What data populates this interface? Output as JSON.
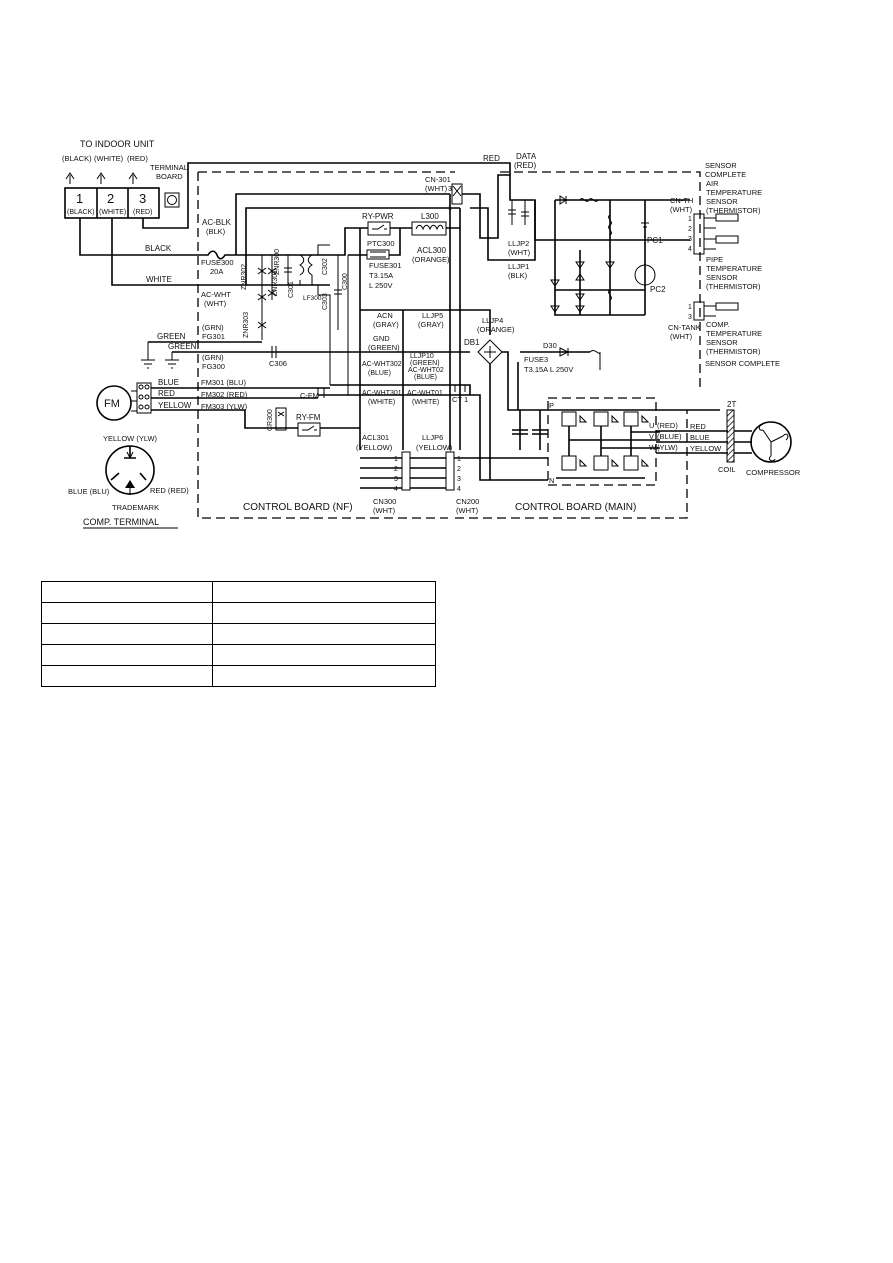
{
  "labels": {
    "to_indoor": "TO INDOOR UNIT",
    "black_p": "(BLACK)",
    "white_p": "(WHITE)",
    "red_p": "(RED)",
    "t1": "1",
    "t2": "2",
    "t3": "3",
    "tb1": "TERMINAL",
    "tb2": "BOARD",
    "red": "RED",
    "data": "DATA",
    "data_red": "(RED)",
    "black": "BLACK",
    "white": "WHITE",
    "green": "GREEN",
    "ac_blk": "AC-BLK",
    "blk_p": "(BLK)",
    "fuse300": "FUSE300",
    "a20": "20A",
    "ac_wht": "AC-WHT",
    "wht_p": "(WHT)",
    "grn_p": "(GRN)",
    "fg301": "FG301",
    "fg300": "FG300",
    "znr302": "ZNR302",
    "znr303": "ZNR303",
    "znr301": "ZNR301",
    "znr300": "ZNR300",
    "c301": "C301",
    "lf300": "LF300",
    "c302": "C302",
    "c303": "C303",
    "c300": "C300",
    "c306": "C306",
    "cfm": "C-FM",
    "cr300": "CR300",
    "ryfm": "RY-FM",
    "cn301": "CN-301",
    "cn301_wht": "(WHT)",
    "rypwr": "RY-PWR",
    "ptc300": "PTC300",
    "l300": "L300",
    "fuse301": "FUSE301",
    "t315": "T3.15A",
    "l250": "L 250V",
    "acl300": "ACL300",
    "orange_p": "(ORANGE)",
    "acn": "ACN",
    "gray_p": "(GRAY)",
    "gnd": "GND",
    "green_p": "(GREEN)",
    "llj5": "LLJP5",
    "llj4": "LLJP4",
    "llj2": "LLJP2",
    "llj2_wht": "(WHT)",
    "llj1": "LLJP1",
    "llj1_blk": "(BLK)",
    "llj10": "LLJP10",
    "acwht02": "AC-WHT02",
    "blue_p": "(BLUE)",
    "acwht302": "AC-WHT302",
    "acwht301": "AC-WHT301",
    "acwht01": "AC-WHT01",
    "white_p2": "(WHITE)",
    "ct1": "CT 1",
    "acl301": "ACL301",
    "yellow_p": "(YELLOW)",
    "llj6": "LLJP6",
    "cn300": "CN300",
    "cn200": "CN200",
    "cb_nf": "CONTROL BOARD (NF)",
    "cb_main": "CONTROL BOARD (MAIN)",
    "db1": "DB1",
    "d30": "D30",
    "fuse3": "FUSE3",
    "fuse3_rating": "T3.15A L 250V",
    "pc1": "PC1",
    "pc2": "PC2",
    "sensor_complete": "SENSOR",
    "sensor_complete2": "COMPLETE",
    "cnth": "CN-TH",
    "cn_wht": "(WHT)",
    "air1": "AIR",
    "air2": "TEMPERATURE",
    "air3": "SENSOR",
    "air4": "(THERMISTOR)",
    "pipe1": "PIPE",
    "pipe2": "TEMPERATURE",
    "pipe3": "SENSOR",
    "pipe4": "(THERMISTOR)",
    "cntank": "CN-TANK",
    "cntank_wht": "(WHT)",
    "comp1": "COMP.",
    "comp2": "TEMPERATURE",
    "comp3": "SENSOR",
    "comp4": "(THERMISTOR)",
    "sensor_complete3": "SENSOR COMPLETE",
    "fm": "FM",
    "blue": "BLUE",
    "yellow": "YELLOW",
    "fm301": "FM301 (BLU)",
    "fm302": "FM302 (RED)",
    "fm303": "FM303 (YLW)",
    "p": "P",
    "n": "N",
    "u": "U",
    "v": "V",
    "w_": "W",
    "u_red": "(RED)",
    "v_blue": "(BLUE)",
    "w_ylw": "(YLW)",
    "t2t": "2T",
    "coil": "COIL",
    "compressor": "COMPRESSOR",
    "ylw_top": "YELLOW (YLW)",
    "blue_blu": "BLUE (BLU)",
    "red_red": "RED (RED)",
    "trademark": "TRADEMARK",
    "comp_terminal": "COMP. TERMINAL",
    "pin1": "1",
    "pin2": "2",
    "pin3": "3",
    "pin4": "4"
  },
  "table": {
    "rows": [
      [
        "",
        ""
      ],
      [
        "",
        ""
      ],
      [
        "",
        ""
      ],
      [
        "",
        ""
      ],
      [
        "",
        ""
      ]
    ]
  }
}
